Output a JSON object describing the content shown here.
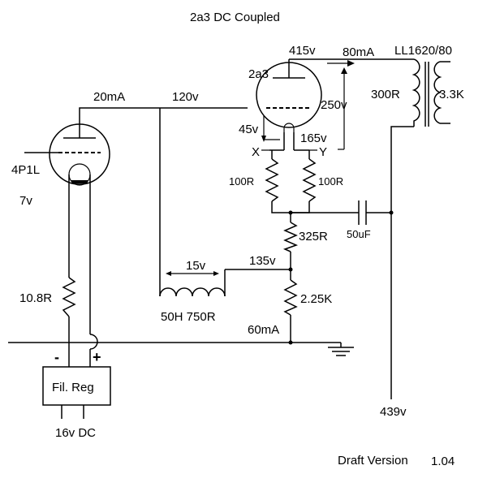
{
  "title": "2a3 DC Coupled",
  "version_label": "Draft Version",
  "version_number": "1.04",
  "tubes": {
    "output": "2a3",
    "driver": "4P1L"
  },
  "transformer": {
    "model": "LL1620/80",
    "primary_dcr": "300R",
    "load": "3.3K"
  },
  "choke": {
    "spec": "50H 750R",
    "drop": "15v"
  },
  "resistors": {
    "hum_left": "100R",
    "hum_right": "100R",
    "r325": "325R",
    "r225k": "2.25K",
    "fil": "10.8R"
  },
  "capacitor": "50uF",
  "voltages": {
    "plate": "415v",
    "plate_current": "80mA",
    "plate_to_cathode": "250v",
    "grid": "120v",
    "driver_current": "20mA",
    "grid_bias": "45v",
    "cathode": "165v",
    "tap": "135v",
    "bottom_current": "60mA",
    "b_plus": "439v",
    "driver_fil": "7v",
    "supply": "16v DC"
  },
  "points": {
    "x": "X",
    "y": "Y"
  },
  "regulator": {
    "label": "Fil. Reg",
    "minus": "-",
    "plus": "+"
  }
}
